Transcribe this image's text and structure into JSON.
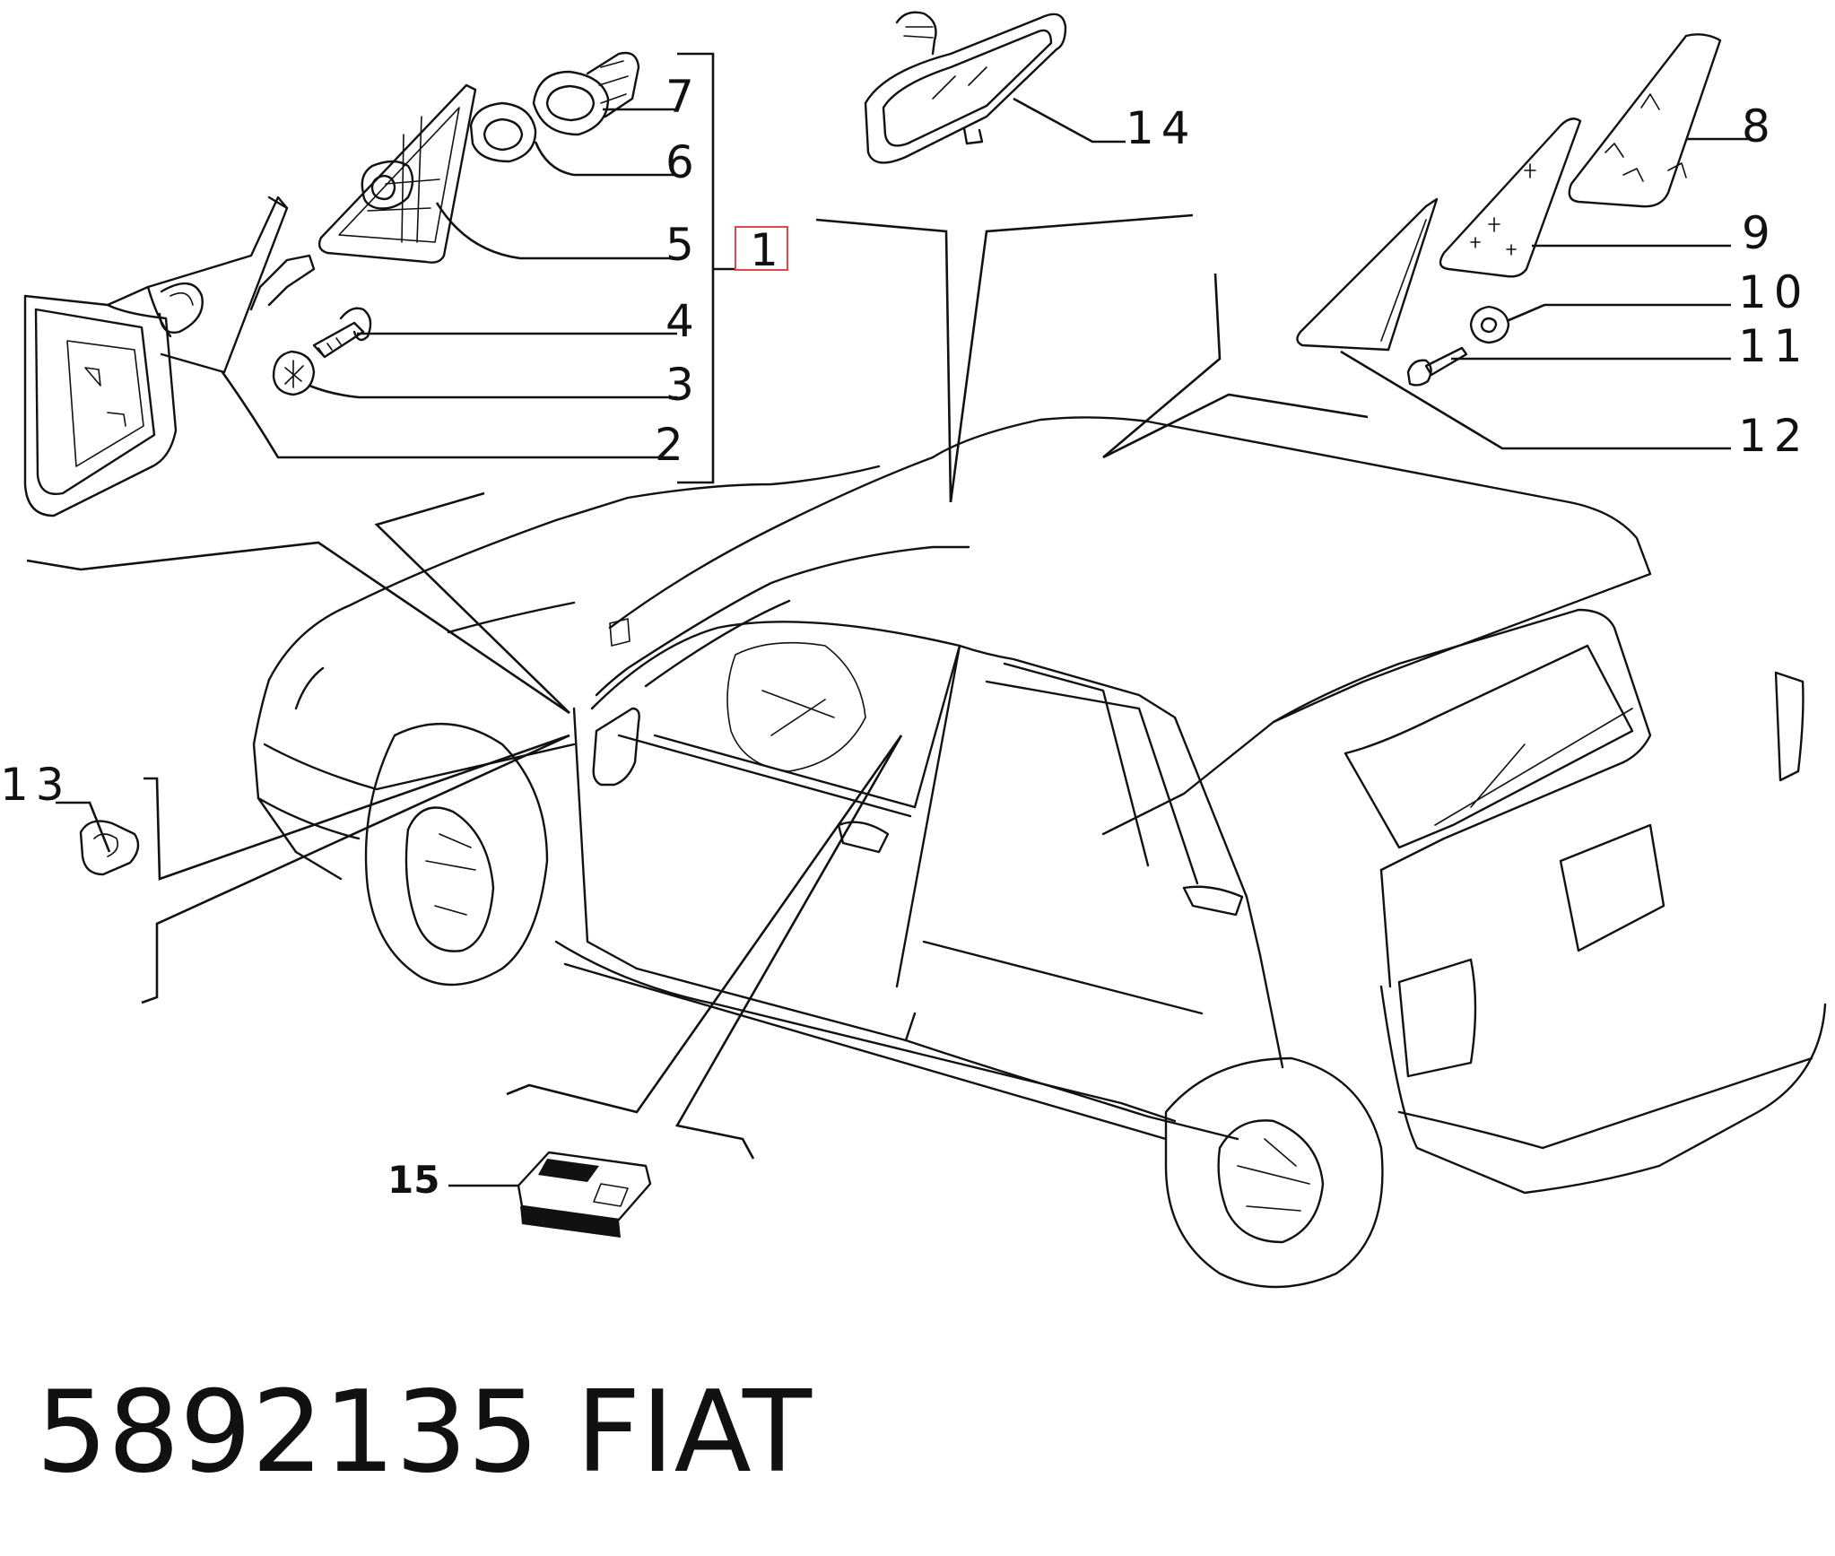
{
  "part_number": "5892135",
  "brand": "FIAT",
  "callouts": {
    "c1": "1",
    "c2": "2",
    "c3": "3",
    "c4": "4",
    "c5": "5",
    "c6": "6",
    "c7": "7",
    "c8": "8",
    "c9": "9",
    "c10": "10",
    "c11": "11",
    "c12": "12",
    "c13": "13",
    "c14": "14",
    "c15": "15"
  },
  "highlighted_callout": "1",
  "colors": {
    "ink": "#111111",
    "highlight": "#e0474c",
    "background": "#ffffff"
  }
}
